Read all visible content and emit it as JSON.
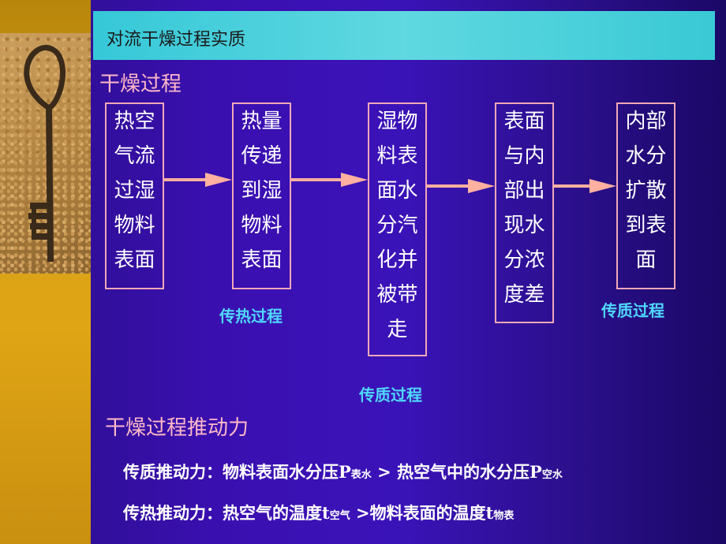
{
  "header": {
    "title": "对流干燥过程实质"
  },
  "section": {
    "title": "干燥过程"
  },
  "boxes": [
    {
      "lines": [
        "热空",
        "气流",
        "过湿",
        "物料",
        "表面"
      ]
    },
    {
      "lines": [
        "热量",
        "传递",
        "到湿",
        "物料",
        "表面"
      ]
    },
    {
      "lines": [
        "湿物",
        "料表",
        "面水",
        "分汽",
        "化并",
        "被带",
        "走"
      ]
    },
    {
      "lines": [
        "表面",
        "与内",
        "部出",
        "现水",
        "分浓",
        "度差"
      ]
    },
    {
      "lines": [
        "内部",
        "水分",
        "扩散",
        "到表",
        "面"
      ]
    }
  ],
  "labels": {
    "heat_transfer": "传热过程",
    "mass_transfer_1": "传质过程",
    "mass_transfer_2": "传质过程"
  },
  "driving": {
    "title": "干燥过程推动力",
    "mass": {
      "prefix": "传质推动力：物料表面水分压P",
      "sub1": "表水",
      "middle": " > 热空气中的水分压P",
      "sub2": "空水"
    },
    "heat": {
      "prefix": "传热推动力：热空气的温度t",
      "sub1": "空气",
      "middle": " >物料表面的温度t",
      "sub2": "物表"
    }
  },
  "colors": {
    "background": "#3a13b8",
    "title_bar": "#5fd8e0",
    "box_border": "#f0a8b8",
    "arrow": "#ffb0a0",
    "label_cyan": "#4fd8ff",
    "heading_pink": "#ffb8c8"
  }
}
